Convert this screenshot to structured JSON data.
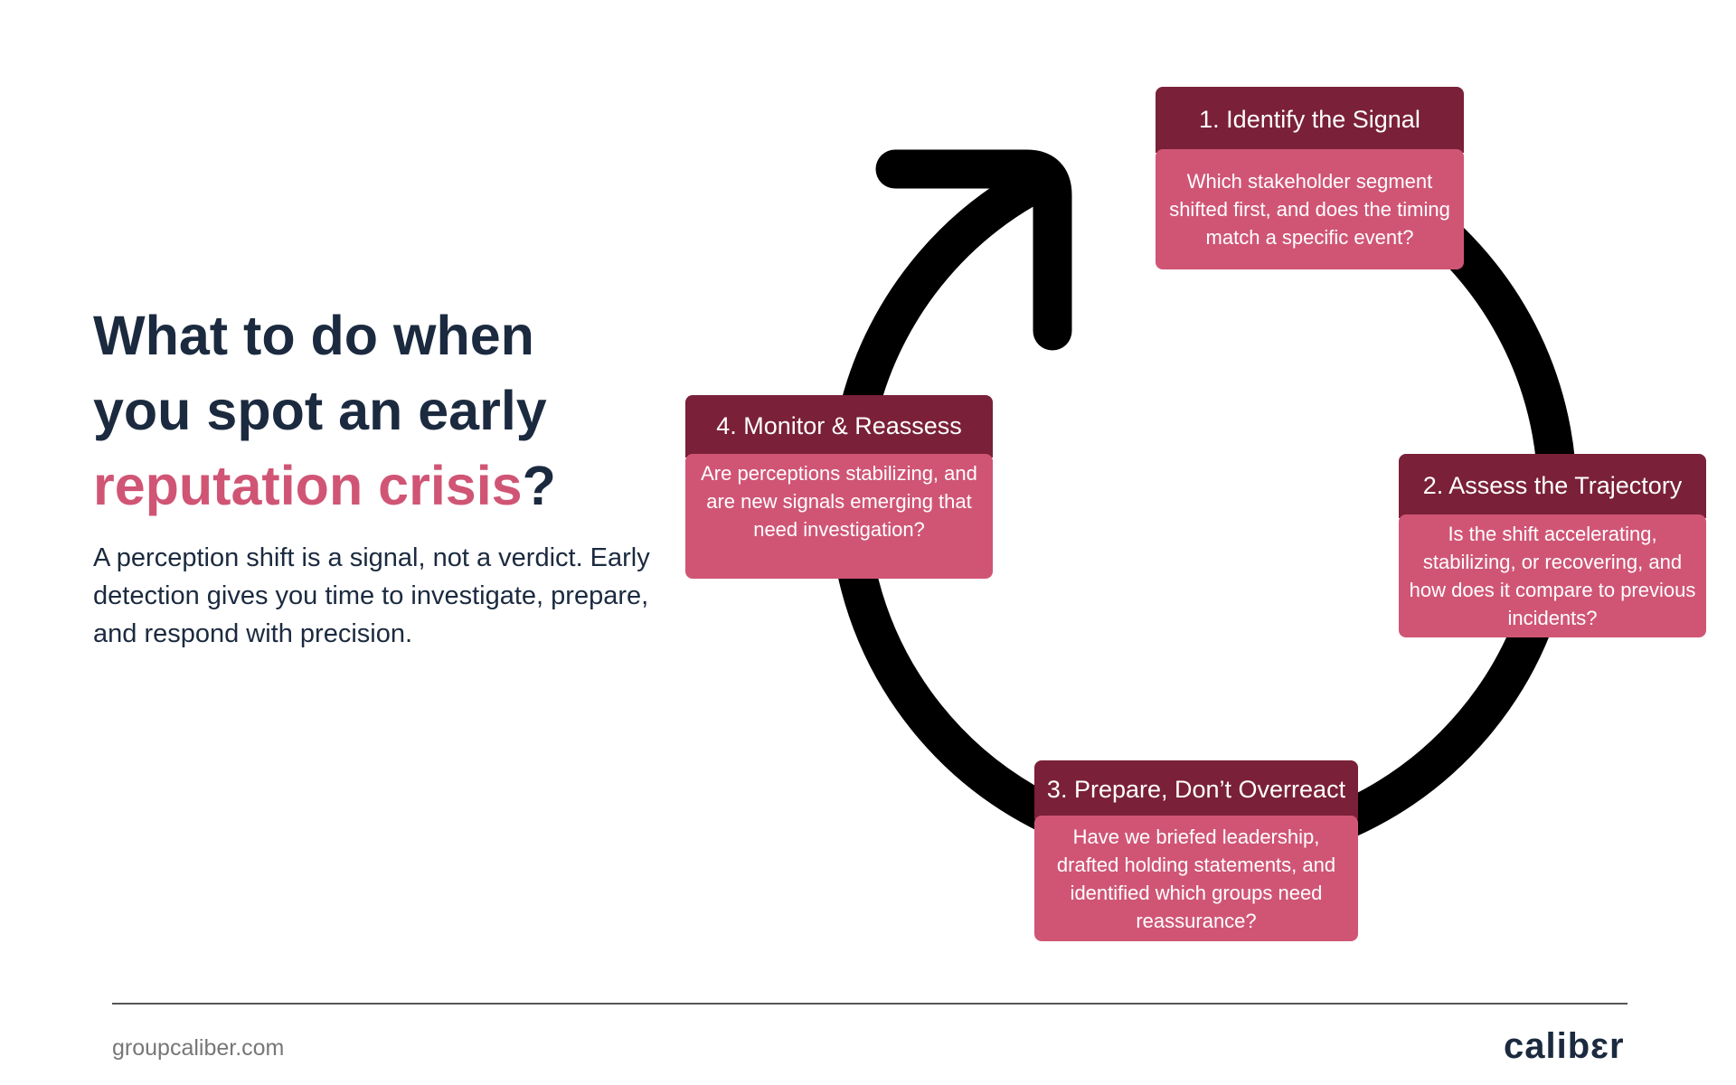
{
  "heading": {
    "line1": "What to do when",
    "line2": "you spot an early",
    "accent": "reputation crisis",
    "end": "?"
  },
  "description": "A perception shift is a signal, not a verdict. Early detection gives you time to investigate, prepare, and respond with precision.",
  "steps": [
    {
      "title": "1. Identify the Signal",
      "question": "Which stakeholder segment shifted first, and does the timing match a specific event?"
    },
    {
      "title": "2. Assess the Trajectory",
      "question": "Is the shift accelerating, stabilizing, or recovering, and how does it compare to previous incidents?"
    },
    {
      "title": "3. Prepare, Don’t Overreact",
      "question": "Have we briefed leadership, drafted holding statements, and identified which groups need reassurance?"
    },
    {
      "title": "4. Monitor & Reassess",
      "question": "Are perceptions stabilizing, and are new signals emerging that need investigation?"
    }
  ],
  "footer": {
    "website": "groupcaliber.com",
    "logo": "calibɛr"
  },
  "colors": {
    "dark": "#7a2038",
    "pink": "#d05575",
    "navy": "#1b2a3f"
  }
}
